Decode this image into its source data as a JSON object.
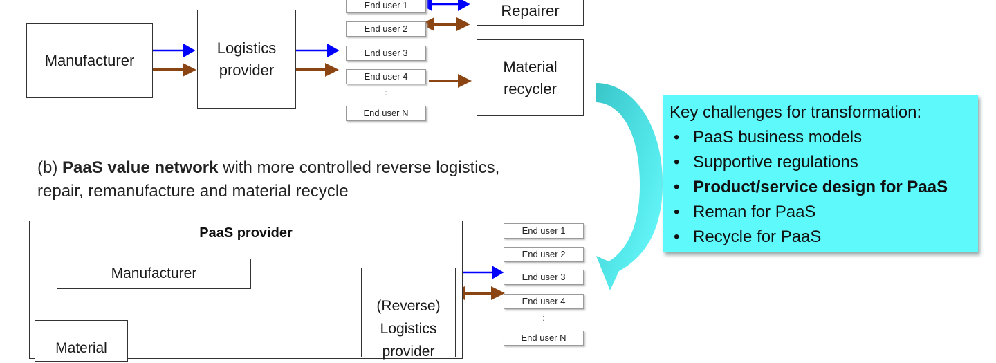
{
  "top": {
    "manufacturer": "Manufacturer",
    "logistics_line1": "Logistics",
    "logistics_line2": "provider",
    "repairer": "Repairer",
    "recycler_line1": "Material",
    "recycler_line2": "recycler",
    "end_users": [
      "End user 1",
      "End user 2",
      "End user 3",
      "End user 4",
      "End user N"
    ],
    "ellipsis": ":"
  },
  "caption": {
    "prefix": "(b) ",
    "bold": "PaaS value network",
    "rest_line1": " with more controlled reverse logistics,",
    "line2": "repair, remanufacture and material recycle"
  },
  "bottom": {
    "provider_title": "PaaS provider",
    "manufacturer": "Manufacturer",
    "reverse_line1": "(Reverse)",
    "reverse_line2": "Logistics",
    "reverse_line3": "provider",
    "material_partial": "Material",
    "end_users": [
      "End user 1",
      "End user 2",
      "End user 3",
      "End user 4",
      "End user N"
    ],
    "ellipsis": ":"
  },
  "challenges": {
    "title": "Key challenges for transformation:",
    "items": [
      {
        "text": "PaaS business models",
        "bold": false
      },
      {
        "text": "Supportive regulations",
        "bold": false
      },
      {
        "text": "Product/service design for PaaS",
        "bold": true
      },
      {
        "text": "Reman for PaaS",
        "bold": false
      },
      {
        "text": "Recycle for PaaS",
        "bold": false
      }
    ]
  },
  "colors": {
    "forward_flow": "#0000ff",
    "reverse_flow": "#8b4513",
    "highlight_box": "#5ef9fb",
    "curved_arrow": "#3fd6d9"
  }
}
